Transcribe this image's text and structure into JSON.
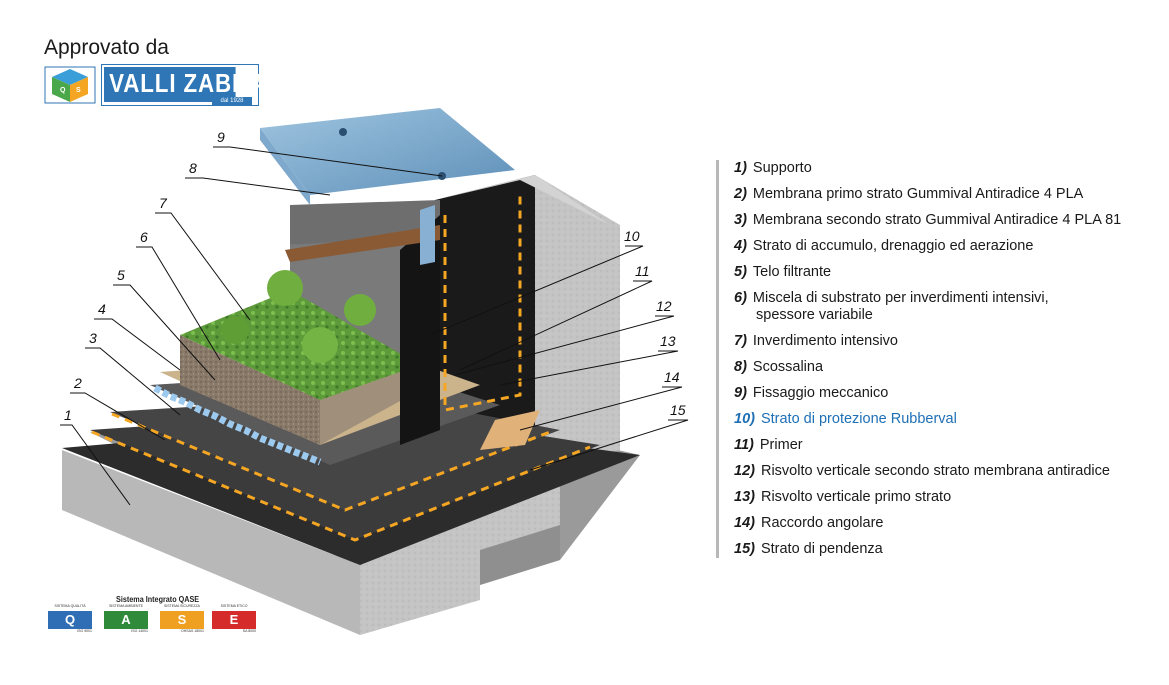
{
  "header": {
    "approved_text": "Approvato da",
    "logo_name": "VALLI ZABBAN",
    "logo_since": "dal 1928"
  },
  "diagram": {
    "callouts": [
      "1",
      "2",
      "3",
      "4",
      "5",
      "6",
      "7",
      "8",
      "9",
      "10",
      "11",
      "12",
      "13",
      "14",
      "15"
    ]
  },
  "legend": [
    {
      "num": "1)",
      "label": "Supporto"
    },
    {
      "num": "2)",
      "label": "Membrana primo strato Gummival Antiradice 4 PLA"
    },
    {
      "num": "3)",
      "label": "Membrana secondo strato Gummival Antiradice 4 PLA 81"
    },
    {
      "num": "4)",
      "label": "Strato di accumulo, drenaggio ed aerazione"
    },
    {
      "num": "5)",
      "label": "Telo filtrante"
    },
    {
      "num": "6)",
      "label": "Miscela di substrato per inverdimenti intensivi,",
      "label2": "spessore variabile"
    },
    {
      "num": "7)",
      "label": "Inverdimento intensivo"
    },
    {
      "num": "8)",
      "label": "Scossalina"
    },
    {
      "num": "9)",
      "label": "Fissaggio meccanico"
    },
    {
      "num": "10)",
      "label": "Strato di protezione Rubberval",
      "highlight": true
    },
    {
      "num": "11)",
      "label": "Primer"
    },
    {
      "num": "12)",
      "label": "Risvolto verticale secondo strato membrana antiradice"
    },
    {
      "num": "13)",
      "label": "Risvolto verticale primo strato"
    },
    {
      "num": "14)",
      "label": "Raccordo angolare"
    },
    {
      "num": "15)",
      "label": "Strato di pendenza"
    }
  ],
  "certifications": {
    "title": "Sistema Integrato QASE",
    "items": [
      {
        "label": "SISTEMA QUALITÀ",
        "mark": "Q",
        "sub": "ISO 9001",
        "color": "#2f6db5"
      },
      {
        "label": "SISTEMA AMBIENTE",
        "mark": "A",
        "sub": "ISO 14001",
        "color": "#2f8a3a"
      },
      {
        "label": "SISTEMA SICUREZZA",
        "mark": "S",
        "sub": "OHSAS 18001",
        "color": "#f0a020"
      },
      {
        "label": "SISTEMA ETICO",
        "mark": "E",
        "sub": "SA 8000",
        "color": "#d62b2b"
      }
    ]
  },
  "colors": {
    "legend_highlight": "#1f6fb5",
    "membrane_dash": "#f5a623",
    "concrete": "#bfbfbf"
  }
}
